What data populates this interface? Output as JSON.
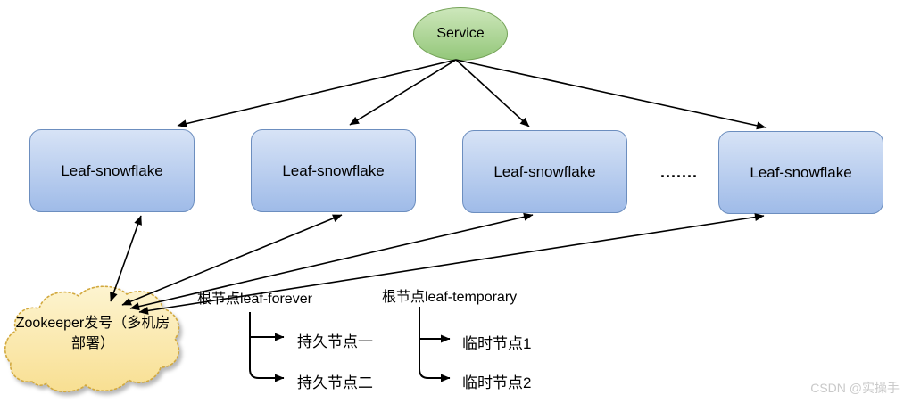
{
  "diagram": {
    "service": {
      "label": "Service"
    },
    "leaf_nodes": [
      {
        "label": "Leaf-snowflake"
      },
      {
        "label": "Leaf-snowflake"
      },
      {
        "label": "Leaf-snowflake"
      },
      {
        "label": "Leaf-snowflake"
      }
    ],
    "ellipsis": ".......",
    "zookeeper_cloud": {
      "label": "Zookeeper发号（多机房部署）"
    },
    "trees": {
      "forever": {
        "root": "根节点leaf-forever",
        "children": [
          "持久节点一",
          "持久节点二"
        ]
      },
      "temporary": {
        "root": "根节点leaf-temporary",
        "children": [
          "临时节点1",
          "临时节点2"
        ]
      }
    },
    "watermark": "CSDN @实操手",
    "colors": {
      "service_fill_top": "#cde7bb",
      "service_fill_bottom": "#94c77a",
      "service_border": "#74a257",
      "node_fill_top": "#d7e3f6",
      "node_fill_bottom": "#9fbbe8",
      "node_border": "#6c8ebf",
      "cloud_fill_top": "#fdf4d0",
      "cloud_fill_bottom": "#f8df92",
      "cloud_border": "#d2a93e",
      "arrow": "#000000",
      "watermark_color": "#c9c9c9"
    }
  }
}
